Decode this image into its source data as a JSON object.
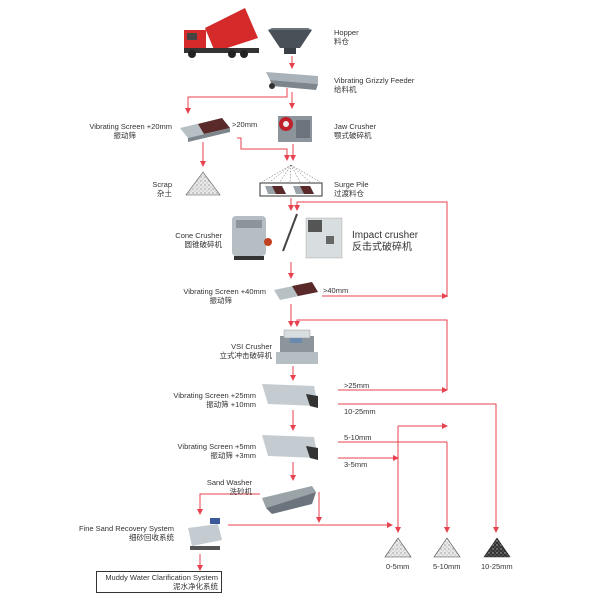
{
  "colors": {
    "flow_line": "#e8414f",
    "machine_body": "#9aa3a8",
    "machine_dark": "#3a3f45",
    "truck_red": "#d42a2a",
    "text": "#333333"
  },
  "equipment": {
    "hopper": {
      "en": "Hopper",
      "zh": "料仓"
    },
    "feeder": {
      "en": "Vibrating Grizzly Feeder",
      "zh": "给料机"
    },
    "screen1": {
      "en": "Vibrating Screen  +20mm",
      "zh": "振动筛"
    },
    "jaw": {
      "en": "Jaw Crusher",
      "zh": "颚式破碎机"
    },
    "scrap": {
      "en": "Scrap",
      "zh": "杂土"
    },
    "surge": {
      "en": "Surge Pile",
      "zh": "过渡料仓"
    },
    "cone": {
      "en": "Cone Crusher",
      "zh": "圆锥破碎机"
    },
    "impact": {
      "en": "Impact crusher",
      "zh": "反击式破碎机"
    },
    "screen2": {
      "en": "Vibrating Screen  +40mm",
      "zh": "振动筛"
    },
    "vsi": {
      "en": "VSI Crusher",
      "zh": "立式冲击破碎机"
    },
    "screen3": {
      "en": "Vibrating Screen  +25mm",
      "zh": "振动筛   +10mm"
    },
    "screen4": {
      "en": "Vibrating Screen  +5mm",
      "zh": "振动筛   +3mm"
    },
    "washer": {
      "en": "Sand Washer",
      "zh": "洗砂机"
    },
    "fine_sand": {
      "en": "Fine Sand Recovery System",
      "zh": "细砂回收系统"
    },
    "muddy": {
      "en": "Muddy Water Clarification System",
      "zh": "泥水净化系统"
    }
  },
  "flow_labels": {
    "gt20": ">20mm",
    "gt40": ">40mm",
    "gt25": ">25mm",
    "r10_25": "10-25mm",
    "r5_10": "5-10mm",
    "r3_5": "3-5mm"
  },
  "products": [
    {
      "label": "0-5mm",
      "shade": "light"
    },
    {
      "label": "5-10mm",
      "shade": "light"
    },
    {
      "label": "10-25mm",
      "shade": "dark"
    }
  ]
}
